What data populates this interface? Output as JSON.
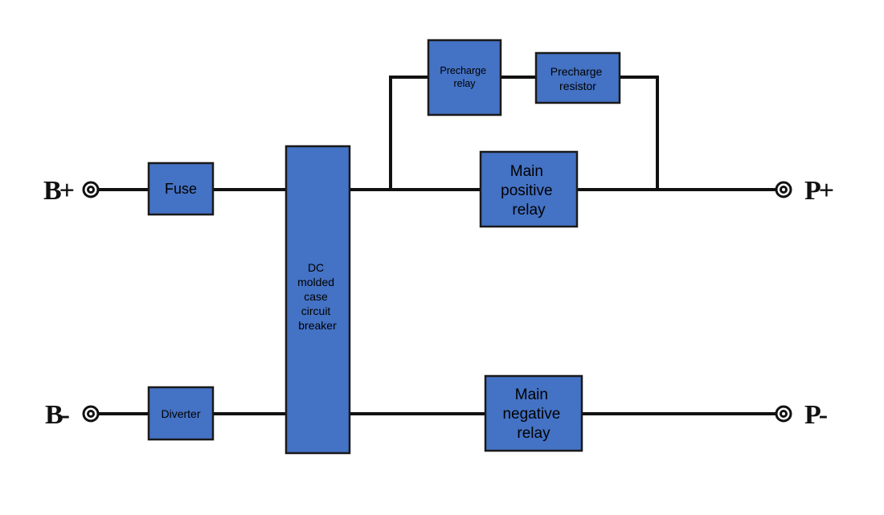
{
  "colors": {
    "block_fill": "#4472c4",
    "wire": "#111111"
  },
  "terminals": {
    "b_plus": "B+",
    "b_minus": "B-",
    "p_plus": "P+",
    "p_minus": "P-"
  },
  "blocks": {
    "fuse": [
      "Fuse"
    ],
    "diverter": [
      "Diverter"
    ],
    "breaker": [
      "DC",
      "molded",
      "case",
      "circuit",
      "breaker"
    ],
    "precharge_relay": [
      "Precharge",
      "relay"
    ],
    "precharge_resistor": [
      "Precharge",
      "resistor"
    ],
    "main_positive_relay": [
      "Main",
      "positive",
      "relay"
    ],
    "main_negative_relay": [
      "Main",
      "negative",
      "relay"
    ]
  }
}
